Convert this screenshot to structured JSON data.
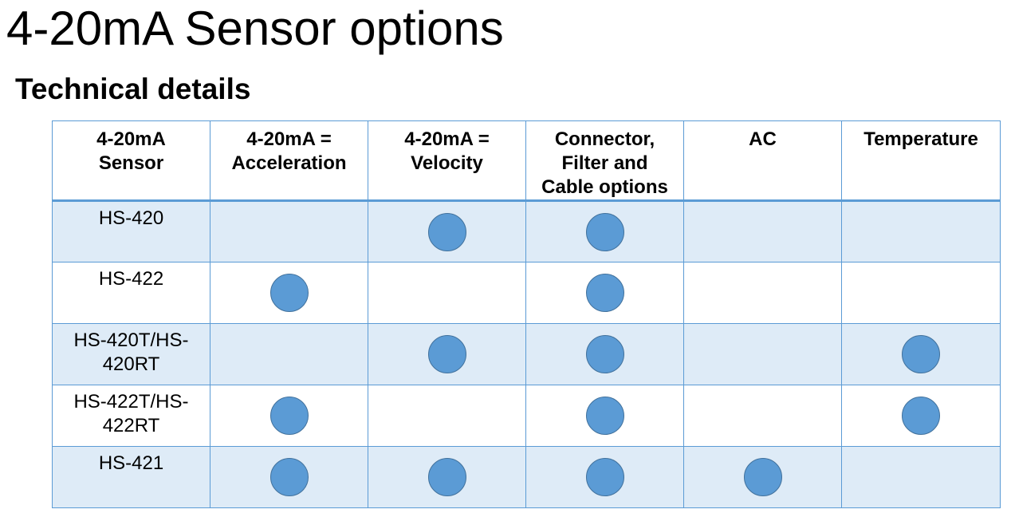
{
  "slide": {
    "title": "4-20mA Sensor options",
    "subtitle": "Technical details"
  },
  "table": {
    "headers": [
      "4-20mA Sensor",
      "4-20mA = Acceleration",
      "4-20mA = Velocity",
      "Connector, Filter and Cable options",
      "AC",
      "Temperature"
    ],
    "rows": [
      {
        "name": "HS-420",
        "marks": [
          false,
          true,
          true,
          false,
          false
        ]
      },
      {
        "name": "HS-422",
        "marks": [
          true,
          false,
          true,
          false,
          false
        ]
      },
      {
        "name": "HS-420T/HS-420RT",
        "marks": [
          false,
          true,
          true,
          false,
          true
        ]
      },
      {
        "name": "HS-422T/HS-422RT",
        "marks": [
          true,
          false,
          true,
          false,
          true
        ]
      },
      {
        "name": "HS-421",
        "marks": [
          true,
          true,
          true,
          true,
          false
        ]
      }
    ]
  },
  "colors": {
    "accent": "#5b9bd5",
    "dot_border": "#41719c",
    "row_shade": "#deebf7"
  }
}
